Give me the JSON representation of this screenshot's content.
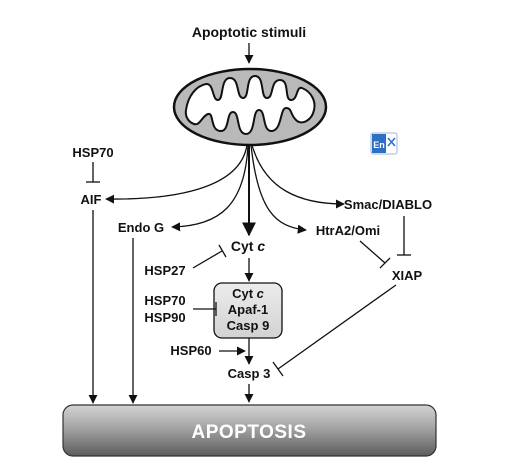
{
  "title": "Apoptotic stimuli",
  "factors": {
    "hsp70_top": "HSP70",
    "aif": "AIF",
    "endo_g": "Endo G",
    "smac": "Smac/DIABLO",
    "htra2": "HtrA2/Omi",
    "xiap": "XIAP",
    "cyt_c_main": "Cyt",
    "cyt_c_main_italic": "c",
    "hsp27": "HSP27",
    "hsp70_mid": "HSP70",
    "hsp90": "HSP90",
    "hsp60": "HSP60",
    "casp3": "Casp 3"
  },
  "apoptosome": {
    "line1": "Cyt",
    "line1_italic": "c",
    "line2": "Apaf-1",
    "line3": "Casp 9"
  },
  "outcome": "APOPTOSIS",
  "widget": {
    "label": "En"
  },
  "colors": {
    "mito_fill": "#b9b9b9",
    "apoptosome_fill": "#e1e1e1",
    "apoptosis_bar_light": "#c8c8c8",
    "apoptosis_bar_dark": "#6e6e6e",
    "widget_blue": "#2e6fc4"
  }
}
